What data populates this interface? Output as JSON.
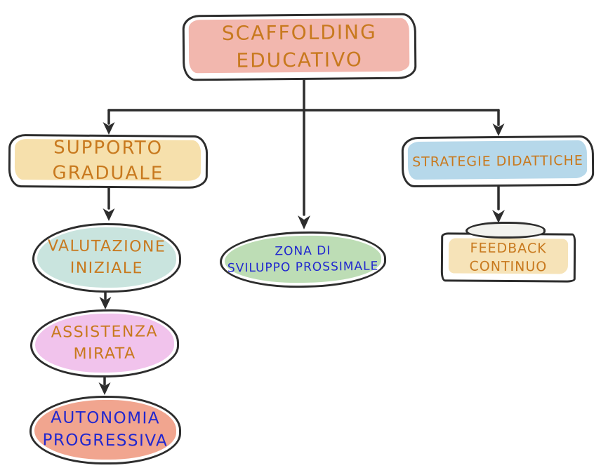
{
  "diagram": {
    "background": "#ffffff",
    "outline_color": "#2d2d2d",
    "text_colors": {
      "orange": "#c8791e",
      "blue": "#2127cf"
    },
    "nodes": {
      "root": {
        "label": "SCAFFOLDING\nEDUCATIVO",
        "shape": "rounded-rect",
        "fill": "#f2b7ae",
        "text_color": "#c8791e"
      },
      "supporto": {
        "label": "SUPPORTO\nGRADUALE",
        "shape": "rounded-rect",
        "fill": "#f6e0ac",
        "text_color": "#c8791e"
      },
      "strategie": {
        "label": "STRATEGIE DIDATTICHE",
        "shape": "rounded-rect",
        "fill": "#b6d8ea",
        "text_color": "#c8791e"
      },
      "zona": {
        "label": "ZONA DI\nSVILUPPO PROSSIMALE",
        "shape": "ellipse",
        "fill": "#bdddb5",
        "text_color": "#2127cf"
      },
      "valutazione": {
        "label": "VALUTAZIONE\nINIZIALE",
        "shape": "ellipse",
        "fill": "#c9e4de",
        "text_color": "#c8791e"
      },
      "assistenza": {
        "label": "ASSISTENZA\nMIRATA",
        "shape": "ellipse",
        "fill": "#f1c3ec",
        "text_color": "#c8791e"
      },
      "autonomia": {
        "label": "AUTONOMIA\nPROGRESSIVA",
        "shape": "ellipse",
        "fill": "#f1a58f",
        "text_color": "#2127cf"
      },
      "feedback": {
        "label": "FEEDBACK\nCONTINUO",
        "shape": "sketch-rect",
        "fill": "#f6e3b8",
        "text_color": "#c8791e"
      }
    },
    "decorations": {
      "feedback_lid": {
        "fill": "#f2f2ee"
      }
    },
    "edges": [
      {
        "from": "root",
        "to": "supporto"
      },
      {
        "from": "root",
        "to": "zona"
      },
      {
        "from": "root",
        "to": "strategie"
      },
      {
        "from": "supporto",
        "to": "valutazione"
      },
      {
        "from": "valutazione",
        "to": "assistenza"
      },
      {
        "from": "assistenza",
        "to": "autonomia"
      },
      {
        "from": "strategie",
        "to": "feedback"
      }
    ]
  }
}
